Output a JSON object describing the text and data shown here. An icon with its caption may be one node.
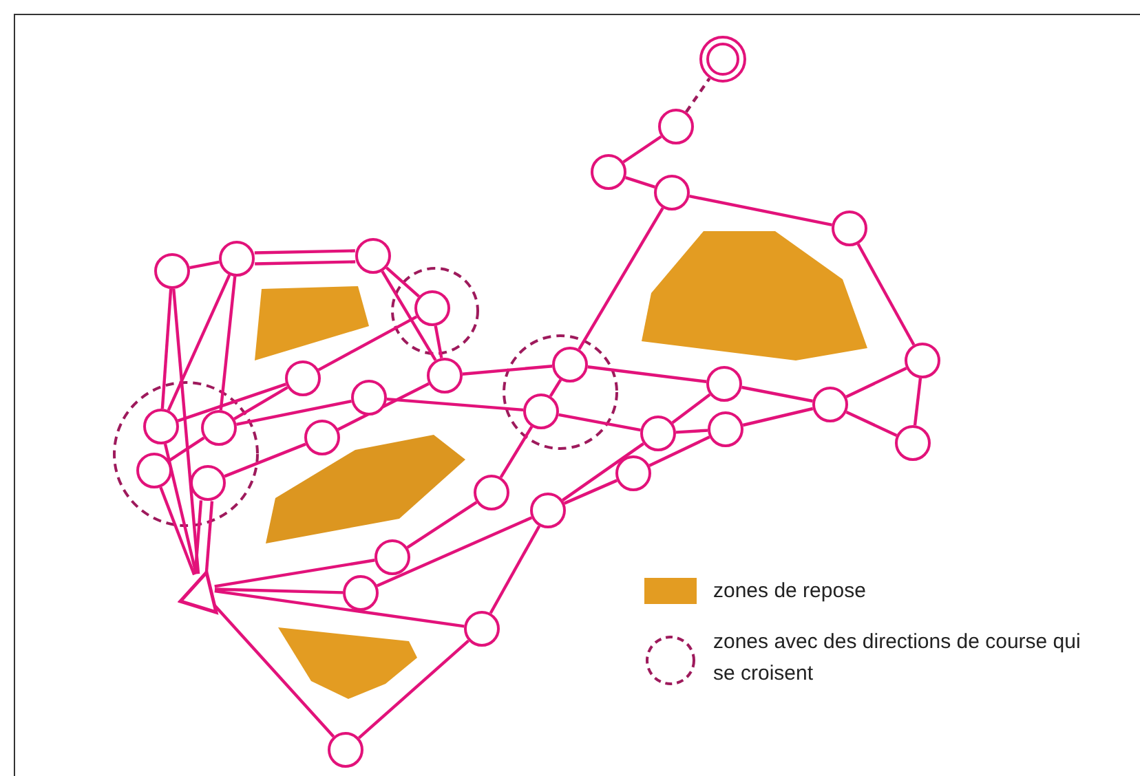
{
  "diagram": {
    "nodes": [
      {
        "text": [],
        "shape": "circle"
      },
      {
        "text": [],
        "shape": "circle"
      },
      {
        "text": [],
        "shape": "circle"
      },
      {
        "text": [],
        "shape": "circle"
      },
      {
        "text": [],
        "shape": "circle"
      },
      {
        "text": [],
        "shape": "circle"
      },
      {
        "text": [],
        "shape": "circle"
      },
      {
        "text": [],
        "shape": "circle"
      },
      {
        "text": [],
        "shape": "circle"
      },
      {
        "text": [],
        "shape": "circle"
      },
      {
        "text": [],
        "shape": "circle"
      },
      {
        "text": [],
        "shape": "circle"
      },
      {
        "text": [],
        "shape": "circle"
      },
      {
        "text": [],
        "shape": "circle"
      },
      {
        "text": [],
        "shape": "circle"
      },
      {
        "text": [],
        "shape": "circle"
      },
      {
        "text": [],
        "shape": "circle"
      },
      {
        "text": [],
        "shape": "circle"
      },
      {
        "text": [],
        "shape": "circle"
      },
      {
        "text": [],
        "shape": "circle"
      },
      {
        "text": [],
        "shape": "circle"
      },
      {
        "text": [],
        "shape": "circle"
      },
      {
        "text": [],
        "shape": "circle"
      },
      {
        "text": [],
        "shape": "circle"
      },
      {
        "text": [],
        "shape": "circle"
      },
      {
        "text": [],
        "shape": "circle"
      },
      {
        "text": [],
        "shape": "circle"
      },
      {
        "text": [],
        "shape": "circle"
      },
      {
        "text": [],
        "shape": "circle"
      },
      {
        "text": [],
        "shape": "circle"
      },
      {
        "text": [],
        "shape": "circle"
      },
      {
        "text": [],
        "shape": "circle"
      },
      {
        "text": [],
        "shape": "triangle"
      },
      {
        "text": [],
        "shape": "area"
      },
      {
        "text": [],
        "shape": "area"
      },
      {
        "text": [],
        "shape": "area"
      },
      {
        "text": [],
        "shape": "area"
      }
    ],
    "edges": [
      {
        "from": 0,
        "to": 1,
        "arrow": "none"
      },
      {
        "from": 1,
        "to": 2,
        "arrow": "none"
      },
      {
        "from": 1,
        "to": 2,
        "arrow": "none"
      },
      {
        "from": 2,
        "to": 3,
        "arrow": "none"
      },
      {
        "from": 2,
        "to": 5,
        "arrow": "none"
      },
      {
        "from": 3,
        "to": 5,
        "arrow": "none"
      },
      {
        "from": 3,
        "to": 4,
        "arrow": "none"
      },
      {
        "from": 0,
        "to": 8,
        "arrow": "none"
      },
      {
        "from": 1,
        "to": 8,
        "arrow": "none"
      },
      {
        "from": 1,
        "to": 9,
        "arrow": "none"
      },
      {
        "from": 8,
        "to": 4,
        "arrow": "none"
      },
      {
        "from": 9,
        "to": 4,
        "arrow": "none"
      },
      {
        "from": 9,
        "to": 6,
        "arrow": "none"
      },
      {
        "from": 10,
        "to": 9,
        "arrow": "none"
      },
      {
        "from": 11,
        "to": 7,
        "arrow": "none"
      },
      {
        "from": 7,
        "to": 5,
        "arrow": "none"
      },
      {
        "from": 6,
        "to": 13,
        "arrow": "none"
      },
      {
        "from": 5,
        "to": 12,
        "arrow": "none"
      },
      {
        "from": 12,
        "to": 13,
        "arrow": "none"
      },
      {
        "from": 28,
        "to": 12,
        "arrow": "none"
      },
      {
        "from": 13,
        "to": 14,
        "arrow": "none"
      },
      {
        "from": 13,
        "to": 21,
        "arrow": "none"
      },
      {
        "from": 12,
        "to": 22,
        "arrow": "none"
      },
      {
        "from": 22,
        "to": 21,
        "arrow": "none"
      },
      {
        "from": 21,
        "to": 23,
        "arrow": "none"
      },
      {
        "from": 19,
        "to": 21,
        "arrow": "none"
      },
      {
        "from": 19,
        "to": 20,
        "arrow": "none"
      },
      {
        "from": 23,
        "to": 20,
        "arrow": "none"
      },
      {
        "from": 14,
        "to": 15,
        "arrow": "none"
      },
      {
        "from": 15,
        "to": 32,
        "arrow": "none"
      },
      {
        "from": 16,
        "to": 32,
        "arrow": "none"
      },
      {
        "from": 16,
        "to": 19,
        "arrow": "none"
      },
      {
        "from": 17,
        "to": 32,
        "arrow": "none"
      },
      {
        "from": 17,
        "to": 19,
        "arrow": "none"
      },
      {
        "from": 17,
        "to": 18,
        "arrow": "none"
      },
      {
        "from": 18,
        "to": 32,
        "arrow": "none"
      },
      {
        "from": 22,
        "to": 24,
        "arrow": "none"
      },
      {
        "from": 23,
        "to": 24,
        "arrow": "none"
      },
      {
        "from": 24,
        "to": 25,
        "arrow": "none"
      },
      {
        "from": 24,
        "to": 26,
        "arrow": "none"
      },
      {
        "from": 25,
        "to": 26,
        "arrow": "none"
      },
      {
        "from": 25,
        "to": 27,
        "arrow": "none"
      },
      {
        "from": 27,
        "to": 28,
        "arrow": "none"
      },
      {
        "from": 28,
        "to": 29,
        "arrow": "none"
      },
      {
        "from": 29,
        "to": 30,
        "arrow": "none"
      },
      {
        "from": 30,
        "to": 31,
        "arrow": "none",
        "style": "dashed",
        "color": "#9e1a5c"
      },
      {
        "from": 0,
        "to": 32,
        "arrow": "none"
      },
      {
        "from": 8,
        "to": 32,
        "arrow": "none"
      },
      {
        "from": 10,
        "to": 32,
        "arrow": "none"
      },
      {
        "from": 11,
        "to": 32,
        "arrow": "none"
      },
      {
        "from": 11,
        "to": 32,
        "arrow": "none"
      }
    ],
    "legend": [
      {
        "text": "zones de repose",
        "color": "#e39c22"
      },
      {
        "text": "zones avec des directions de course qui se croisent"
      }
    ]
  }
}
